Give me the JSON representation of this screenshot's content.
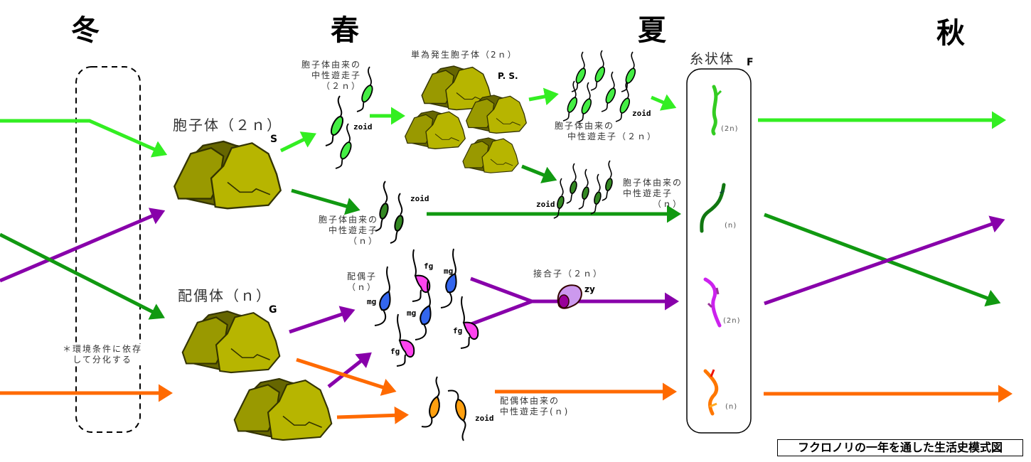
{
  "seasons": {
    "winter": "冬",
    "spring": "春",
    "summer": "夏",
    "autumn": "秋"
  },
  "stages": {
    "sporophyte": {
      "label": "胞子体（２ｎ）",
      "code": "S"
    },
    "gametophyte": {
      "label": "配偶体（ｎ）",
      "code": "G"
    },
    "parthenosporophyte": {
      "label": "単為発生胞子体（2ｎ）",
      "code": "P. S."
    },
    "filament": {
      "label": "糸状体",
      "code": "F"
    },
    "zygote": {
      "label": "接合子（２ｎ）",
      "code": "zy"
    }
  },
  "cells": {
    "zoid_2n_line1": "胞子体由来の",
    "zoid_2n_line2": "中性遊走子",
    "zoid_2n_line3": "（２ｎ）",
    "zoid_n_line1": "胞子体由来の",
    "zoid_n_line2": "中性遊走子",
    "zoid_n_line3": "（ｎ）",
    "ps_zoid_line1": "胞子体由来の",
    "ps_zoid_line2": "中性遊走子（２ｎ）",
    "summer_zoid_n_line1": "胞子体由来の",
    "summer_zoid_n_line2": "中性遊走子",
    "summer_zoid_n_line3": "（ｎ）",
    "gamete_line1": "配偶子",
    "gamete_line2": "（ｎ）",
    "g_zoid_line1": "配偶体由来の",
    "g_zoid_line2": "中性遊走子(ｎ)",
    "zoid": "zoid",
    "male_gamete": "mg",
    "female_gamete": "fg"
  },
  "filament_ploidy": [
    "(2n)",
    "(n)",
    "(2n)",
    "(n)"
  ],
  "note": {
    "line1": "＊環境条件に依存",
    "line2": "して分化する"
  },
  "caption": "フクロノリの一年を通した生活史模式図",
  "colors": {
    "light_green": "#33ee22",
    "dark_green": "#119911",
    "purple": "#8800aa",
    "orange": "#ff6a00",
    "thallus_light": "#b7b500",
    "thallus_mid": "#999900",
    "thallus_dark": "#666600",
    "male_gamete": "#3366ee",
    "female_gamete": "#ff44ee",
    "zygote": "#cc99ee"
  }
}
